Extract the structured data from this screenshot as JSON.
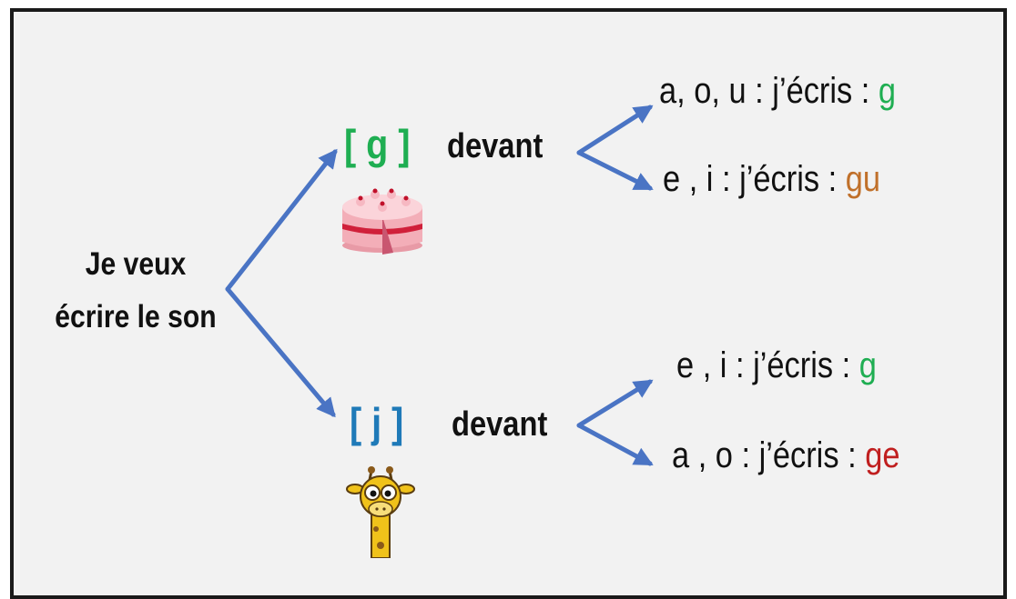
{
  "intro": {
    "line1": "Je veux",
    "line2": "écrire le son"
  },
  "branches": [
    {
      "phoneme": "[ g ]",
      "phoneme_color": "#1fae52",
      "picture": "cake-icon",
      "devant": "devant",
      "rules": [
        {
          "text": "a, o, u : j’écris : ",
          "answer": "g",
          "answer_color": "#1fae52"
        },
        {
          "text": "e , i : j’écris : ",
          "answer": "gu",
          "answer_color": "#c0702a"
        }
      ]
    },
    {
      "phoneme": "[ j ]",
      "phoneme_color": "#1f7ab8",
      "picture": "giraffe-icon",
      "devant": "devant",
      "rules": [
        {
          "text": "e , i : j’écris : ",
          "answer": "g",
          "answer_color": "#1fae52"
        },
        {
          "text": "a , o : j’écris : ",
          "answer": "ge",
          "answer_color": "#c01f1f"
        }
      ]
    }
  ],
  "colors": {
    "arrow": "#4a74c4",
    "frame": "#1a1a1a",
    "background": "#f2f2f2"
  }
}
